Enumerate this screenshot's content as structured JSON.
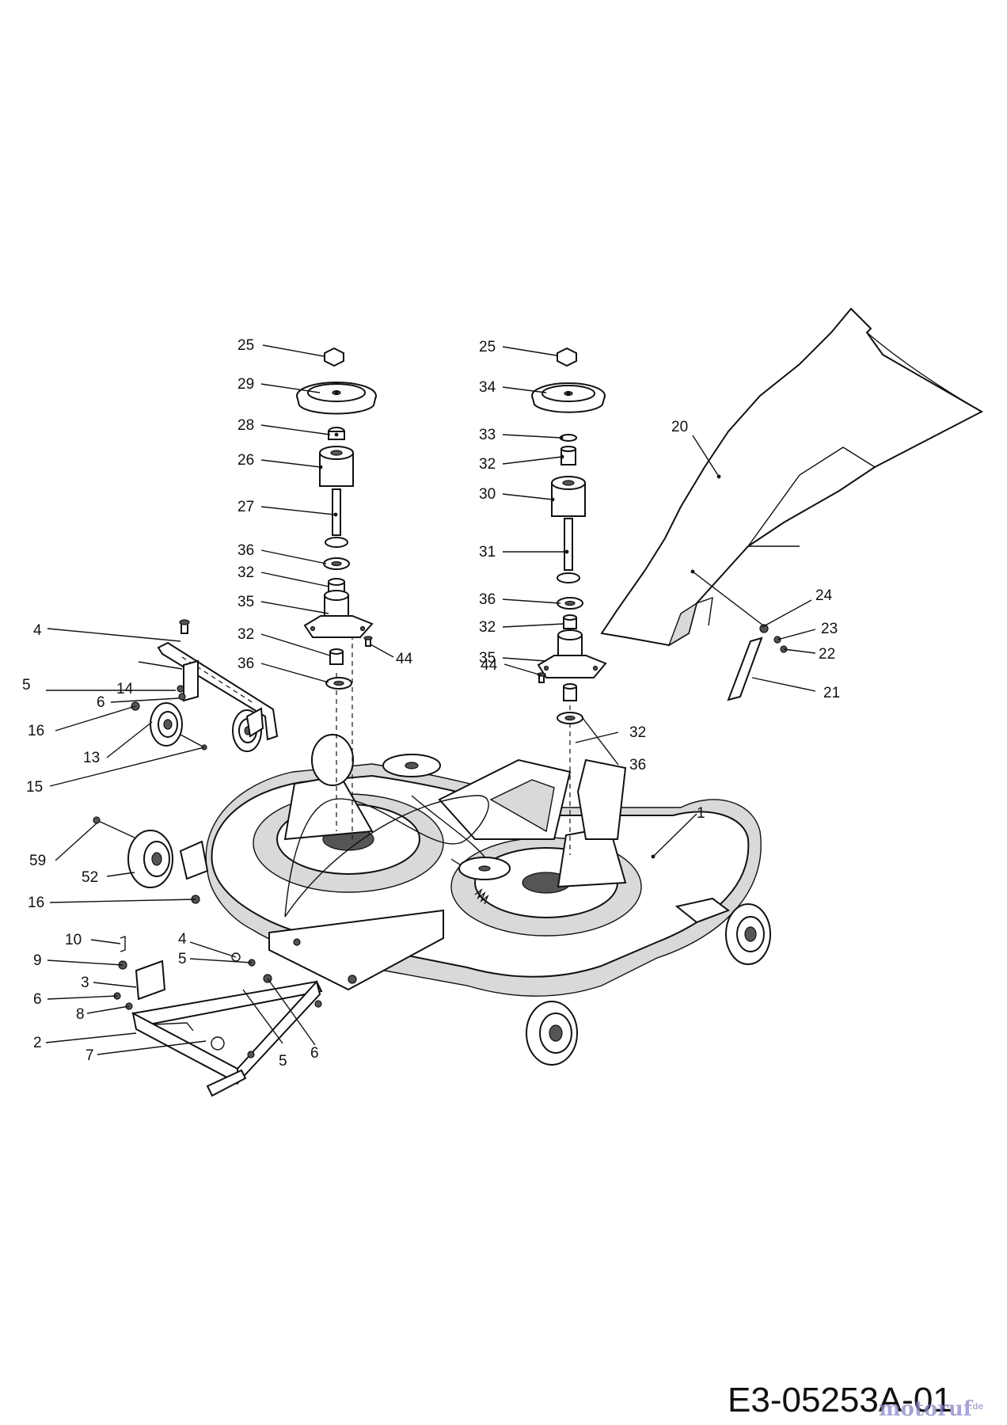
{
  "document_code": "E3-05253A-01",
  "watermark": {
    "name": "motoruf",
    "suffix": ".de"
  },
  "callouts": {
    "c1": "1",
    "c2": "2",
    "c3": "3",
    "c4a": "4",
    "c4b": "4",
    "c5a": "5",
    "c5b": "5",
    "c5c": "5",
    "c6a": "6",
    "c6b": "6",
    "c6c": "6",
    "c7": "7",
    "c8": "8",
    "c9": "9",
    "c10": "10",
    "c13": "13",
    "c14": "14",
    "c15": "15",
    "c16a": "16",
    "c16b": "16",
    "c20": "20",
    "c21": "21",
    "c22": "22",
    "c23": "23",
    "c24": "24",
    "c25a": "25",
    "c25b": "25",
    "c26": "26",
    "c27": "27",
    "c28": "28",
    "c29": "29",
    "c30": "30",
    "c31": "31",
    "c32a": "32",
    "c32b": "32",
    "c32c": "32",
    "c32d": "32",
    "c32e": "32",
    "c33": "33",
    "c34": "34",
    "c35a": "35",
    "c35b": "35",
    "c36a": "36",
    "c36b": "36",
    "c36c": "36",
    "c36d": "36",
    "c44a": "44",
    "c44b": "44",
    "c52": "52",
    "c59": "59"
  }
}
